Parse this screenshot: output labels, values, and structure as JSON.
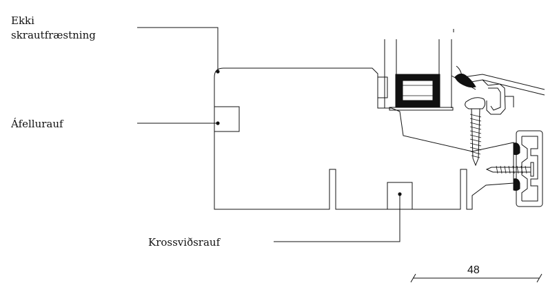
{
  "labels": {
    "top_line1": "Ekki",
    "top_line2": "skrautfræstning",
    "side_groove": "Áfellurauf",
    "bottom_groove": "Krossviðsrauf"
  },
  "dimension": {
    "value": "48"
  }
}
